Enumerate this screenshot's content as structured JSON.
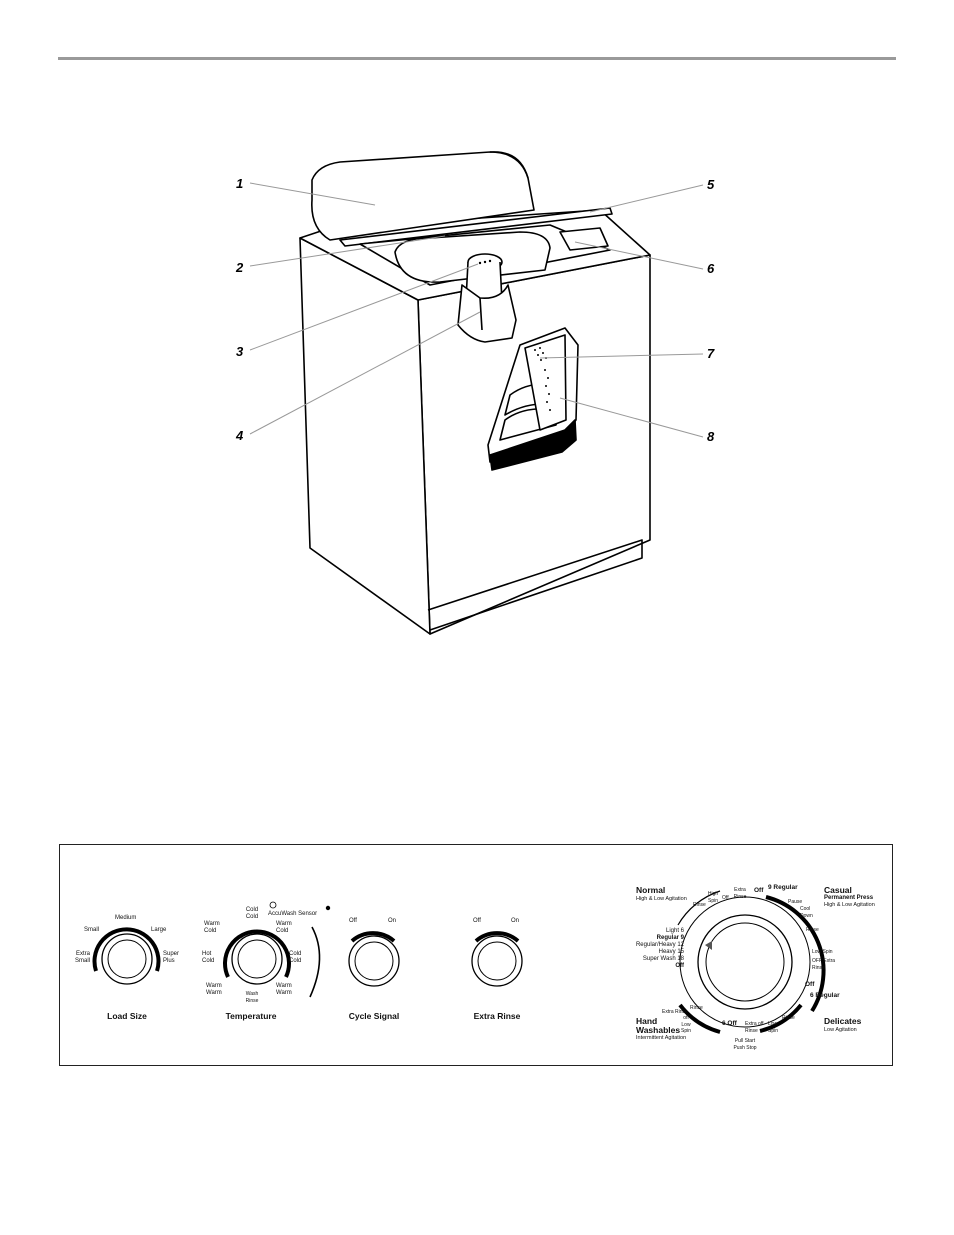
{
  "callouts": [
    "1",
    "2",
    "3",
    "4",
    "5",
    "6",
    "7",
    "8"
  ],
  "panel": {
    "load_size": {
      "name": "Load Size",
      "labels": {
        "extra_small": "Extra Small",
        "small": "Small",
        "medium": "Medium",
        "large": "Large",
        "super_plus": "Super Plus"
      }
    },
    "temperature": {
      "name": "Temperature",
      "sensor": "AccuWash Sensor",
      "labels": {
        "warm_cold": "Warm Cold",
        "cold_cold_top": "Cold Cold",
        "warm_cold_r": "Warm Cold",
        "hot_cold": "Hot Cold",
        "cold_cold_r": "Cold Cold",
        "warm_warm_l": "Warm Warm",
        "wash_rinse": "Wash Rinse",
        "warm_warm_r": "Warm Warm"
      }
    },
    "cycle_signal": {
      "name": "Cycle Signal",
      "off": "Off",
      "on": "On"
    },
    "extra_rinse": {
      "name": "Extra Rinse",
      "off": "Off",
      "on": "On"
    },
    "cycle": {
      "normal": {
        "title": "Normal",
        "sub": "High & Low Agitation"
      },
      "casual": {
        "title": "Casual",
        "title2": "Permanent Press",
        "sub": "High & Low Agitation"
      },
      "hand": {
        "title": "Hand",
        "title2": "Washables",
        "sub": "Intermittent Agitation"
      },
      "delicates": {
        "title": "Delicates",
        "sub": "Low Agitation"
      },
      "labels": {
        "light": "Light 6",
        "regular": "Regular 9",
        "regular_heavy": "Regular/Heavy 12",
        "heavy": "Heavy 15",
        "super_wash": "Super Wash 18",
        "off_left": "Off",
        "rinse_top": "Rinse",
        "high_spin": "High Spin",
        "off_top": "Off",
        "extra_rinse_top": "Extra Rinse",
        "off_9": "Off",
        "nine_regular": "9 Regular",
        "pause": "Pause",
        "cool_down": "Cool Down",
        "rinse_r": "Rinse",
        "low_spin": "Low Spin",
        "off_extra_rinse": "OFF Extra Rinse",
        "off_r": "Off",
        "six_regular": "6 Regular",
        "rinse_br": "Rinse",
        "low_spin_b": "Low Spin",
        "extra_off_rinse": "Extra off Rinse",
        "six_off": "6 Off",
        "pull_start": "Pull Start Push Stop",
        "rinse_bl": "Rinse",
        "off_low_spin": "off Low Spin",
        "extra_rinse_l": "Extra Rinse"
      }
    }
  }
}
